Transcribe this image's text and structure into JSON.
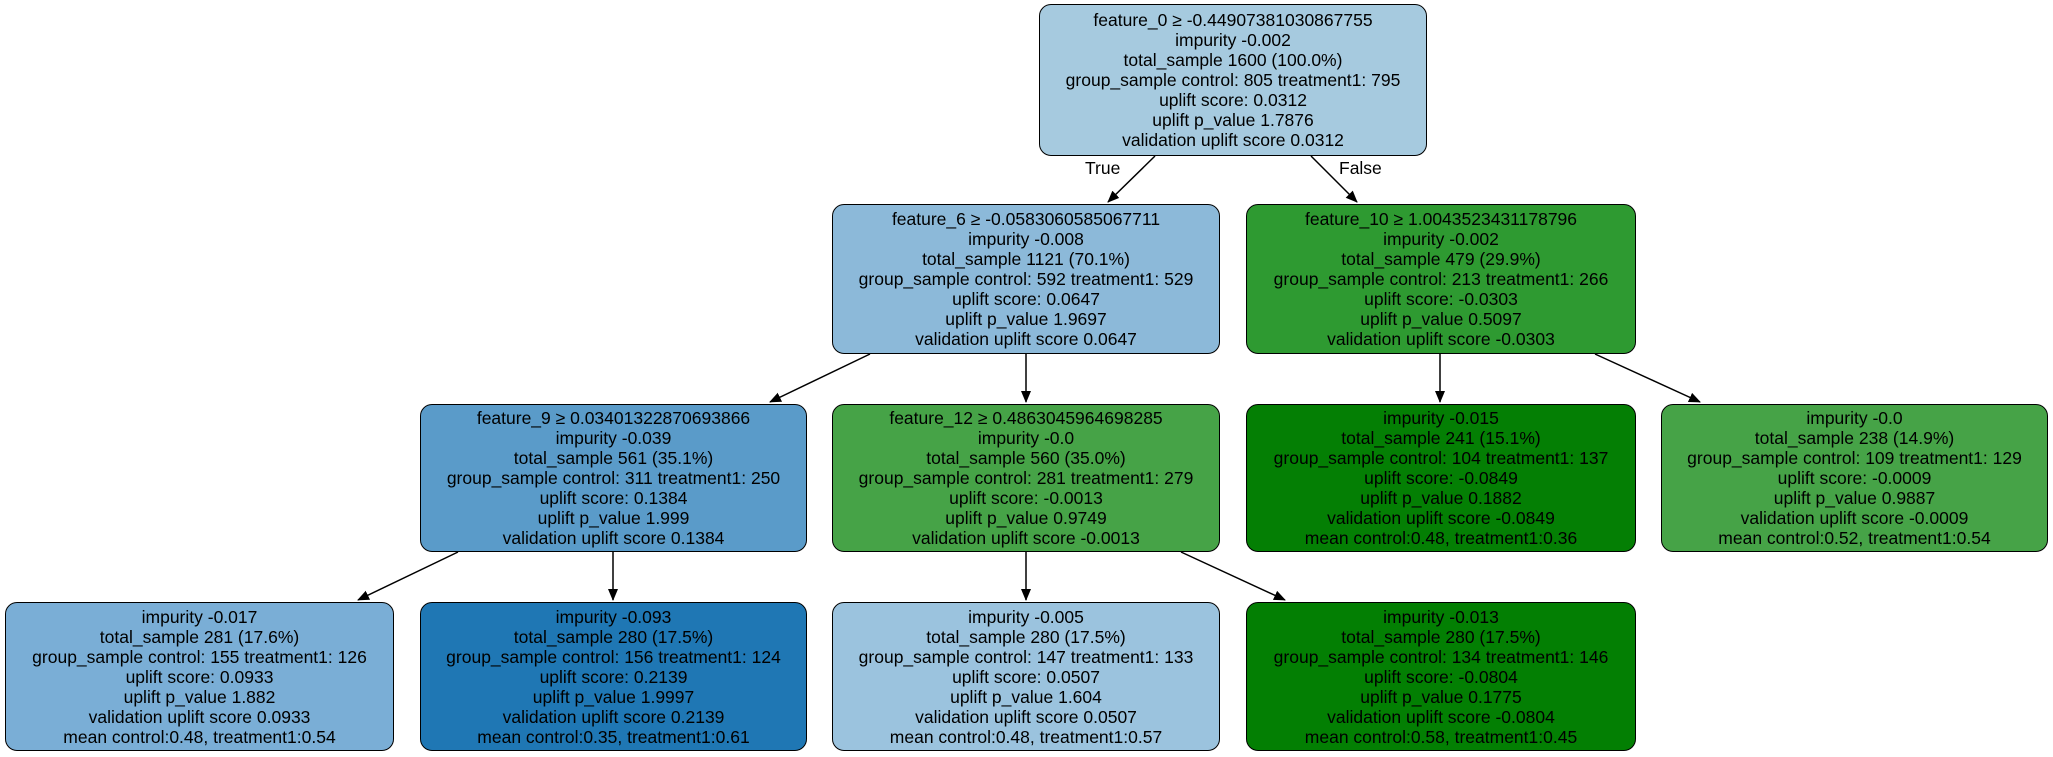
{
  "edge_labels": {
    "true_label": "True",
    "false_label": "False"
  },
  "nodes": {
    "root": {
      "color": "#a6cadf",
      "lines": [
        "feature_0 ≥ -0.44907381030867755",
        "impurity -0.002",
        "total_sample 1600 (100.0%)",
        "group_sample  control: 805 treatment1: 795",
        "uplift score: 0.0312",
        "uplift p_value 1.7876",
        "validation uplift score 0.0312"
      ]
    },
    "left": {
      "color": "#8cb9d9",
      "lines": [
        "feature_6 ≥ -0.0583060585067711",
        "impurity -0.008",
        "total_sample 1121 (70.1%)",
        "group_sample  control: 592 treatment1: 529",
        "uplift score: 0.0647",
        "uplift p_value 1.9697",
        "validation uplift score 0.0647"
      ]
    },
    "right": {
      "color": "#2e9a31",
      "lines": [
        "feature_10 ≥ 1.0043523431178796",
        "impurity -0.002",
        "total_sample 479 (29.9%)",
        "group_sample  control: 213 treatment1: 266",
        "uplift score: -0.0303",
        "uplift p_value 0.5097",
        "validation uplift score -0.0303"
      ]
    },
    "ll": {
      "color": "#5a9bc9",
      "lines": [
        "feature_9 ≥ 0.03401322870693866",
        "impurity -0.039",
        "total_sample 561 (35.1%)",
        "group_sample  control: 311 treatment1: 250",
        "uplift score: 0.1384",
        "uplift p_value 1.999",
        "validation uplift score 0.1384"
      ]
    },
    "lr": {
      "color": "#46a347",
      "lines": [
        "feature_12 ≥ 0.4863045964698285",
        "impurity -0.0",
        "total_sample 560 (35.0%)",
        "group_sample  control: 281 treatment1: 279",
        "uplift score: -0.0013",
        "uplift p_value 0.9749",
        "validation uplift score -0.0013"
      ]
    },
    "rl": {
      "color": "#047f04",
      "lines": [
        "impurity -0.015",
        "total_sample 241 (15.1%)",
        "group_sample  control: 104 treatment1: 137",
        "uplift score: -0.0849",
        "uplift p_value 0.1882",
        "validation uplift score -0.0849",
        "mean control:0.48, treatment1:0.36"
      ]
    },
    "rr": {
      "color": "#46a347",
      "lines": [
        "impurity -0.0",
        "total_sample 238 (14.9%)",
        "group_sample  control: 109 treatment1: 129",
        "uplift score: -0.0009",
        "uplift p_value 0.9887",
        "validation uplift score -0.0009",
        "mean control:0.52, treatment1:0.54"
      ]
    },
    "lll": {
      "color": "#7aaed6",
      "lines": [
        "impurity -0.017",
        "total_sample 281 (17.6%)",
        "group_sample  control: 155 treatment1: 126",
        "uplift score: 0.0933",
        "uplift p_value 1.882",
        "validation uplift score 0.0933",
        "mean control:0.48, treatment1:0.54"
      ]
    },
    "llr": {
      "color": "#1f77b4",
      "lines": [
        "impurity -0.093",
        "total_sample 280 (17.5%)",
        "group_sample  control: 156 treatment1: 124",
        "uplift score: 0.2139",
        "uplift p_value 1.9997",
        "validation uplift score 0.2139",
        "mean control:0.35, treatment1:0.61"
      ]
    },
    "lrl": {
      "color": "#9bc3de",
      "lines": [
        "impurity -0.005",
        "total_sample 280 (17.5%)",
        "group_sample  control: 147 treatment1: 133",
        "uplift score: 0.0507",
        "uplift p_value 1.604",
        "validation uplift score 0.0507",
        "mean control:0.48, treatment1:0.57"
      ]
    },
    "lrr": {
      "color": "#037f03",
      "lines": [
        "impurity -0.013",
        "total_sample 280 (17.5%)",
        "group_sample  control: 134 treatment1: 146",
        "uplift score: -0.0804",
        "uplift p_value 0.1775",
        "validation uplift score -0.0804",
        "mean control:0.58, treatment1:0.45"
      ]
    }
  }
}
